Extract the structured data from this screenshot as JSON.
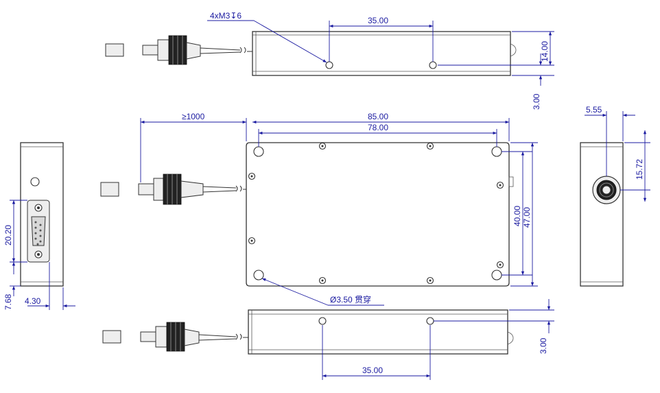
{
  "drawing": {
    "line_color": "#333333",
    "dimension_color": "#1a1aa0",
    "labels": {
      "thread_note": "4xM3",
      "depth_symbol": "↧",
      "thread_depth": "6",
      "top_hole_spacing": "35.00",
      "top_height": "14.00",
      "top_offset": "3.00",
      "fiber_length": "≥1000",
      "overall_length": "85.00",
      "hole_pitch_length": "78.00",
      "hole_pitch_width": "40.00",
      "overall_width": "47.00",
      "through_hole_symbol": "Ø",
      "through_hole_value": "3.50",
      "through_hole_text": "贯穿",
      "left_connector_height": "20.20",
      "left_bottom_offset": "7.68",
      "left_side_offset": "4.30",
      "right_port_offset_x": "5.55",
      "right_port_offset_y": "15.72",
      "bottom_offset": "3.00",
      "bottom_hole_spacing": "35.00"
    }
  }
}
